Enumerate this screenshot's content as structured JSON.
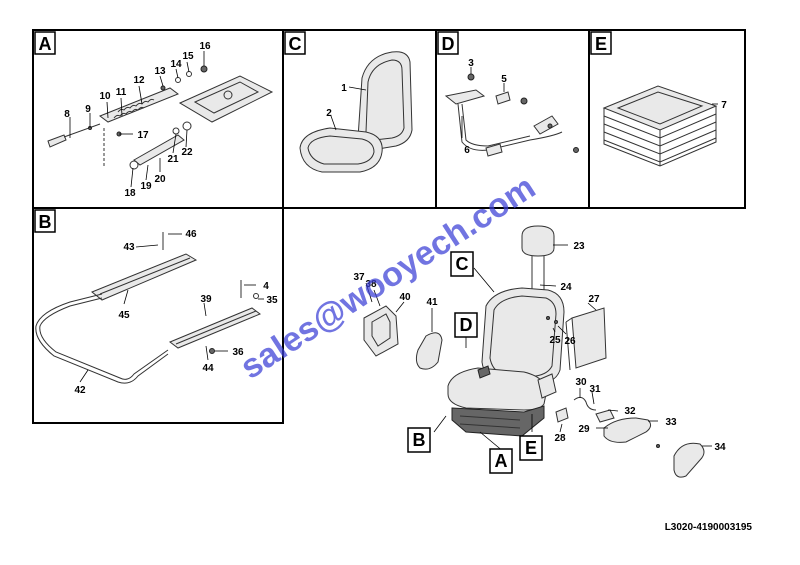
{
  "panels": {
    "A": "A",
    "B": "B",
    "C": "C",
    "D": "D",
    "E": "E"
  },
  "callouts": {
    "c1": "1",
    "c2": "2",
    "c3": "3",
    "c4": "4",
    "c5": "5",
    "c6": "6",
    "c7": "7",
    "c8": "8",
    "c9": "9",
    "c10": "10",
    "c11": "11",
    "c12": "12",
    "c13": "13",
    "c14": "14",
    "c15": "15",
    "c16": "16",
    "c17": "17",
    "c18": "18",
    "c19": "19",
    "c20": "20",
    "c21": "21",
    "c22": "22",
    "c23": "23",
    "c24": "24",
    "c25": "25",
    "c26": "26",
    "c27": "27",
    "c28": "28",
    "c29": "29",
    "c30": "30",
    "c31": "31",
    "c32": "32",
    "c33": "33",
    "c34": "34",
    "c35": "35",
    "c36": "36",
    "c37": "37",
    "c38": "38",
    "c39": "39",
    "c40": "40",
    "c41": "41",
    "c42": "42",
    "c43": "43",
    "c44": "44",
    "c45": "45",
    "c46": "46"
  },
  "watermark": "sales@wooyech.com",
  "drawing_number": "L3020-4190003195"
}
